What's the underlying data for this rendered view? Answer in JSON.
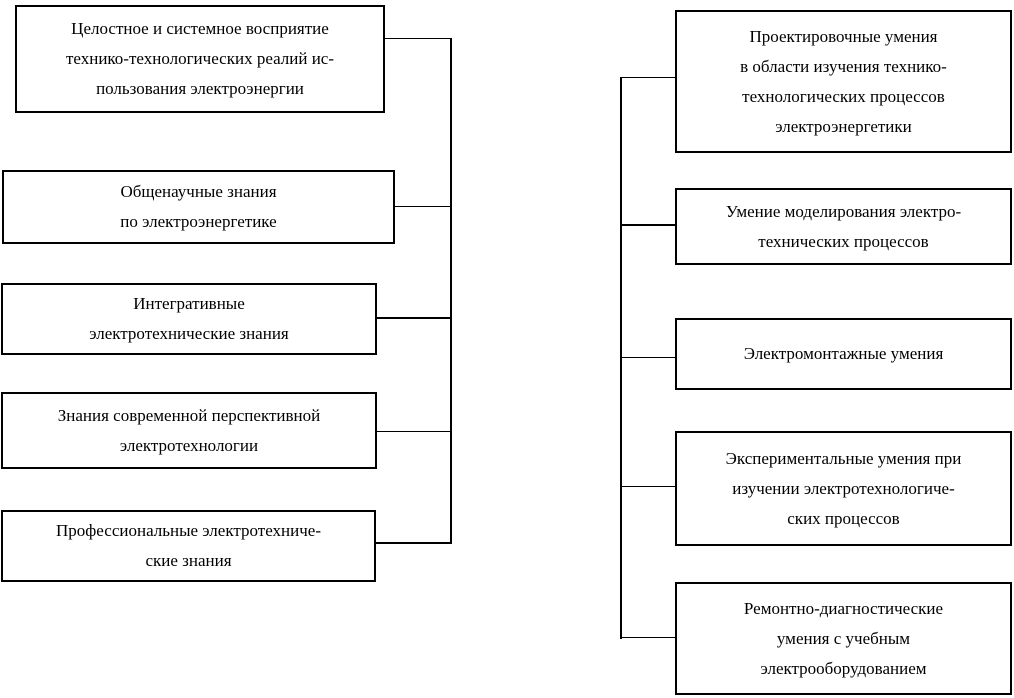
{
  "diagram": {
    "colors": {
      "border": "#000000",
      "background": "#ffffff",
      "text": "#000000"
    },
    "left_column": {
      "boxes": [
        {
          "id": "holistic-perception",
          "text": "Целостное и системное восприятие\nтехнико-технологических реалий ис-\nпользования электроэнергии"
        },
        {
          "id": "general-scientific-knowledge",
          "text": "Общенаучные знания\nпо электроэнергетике"
        },
        {
          "id": "integrative-knowledge",
          "text": "Интегративные\nэлектротехнические знания"
        },
        {
          "id": "modern-technology-knowledge",
          "text": "Знания современной перспективной\nэлектротехнологии"
        },
        {
          "id": "professional-knowledge",
          "text": "Профессиональные электротехниче-\nские знания"
        }
      ]
    },
    "right_column": {
      "boxes": [
        {
          "id": "design-skills",
          "text": "Проектировочные умения\nв области изучения технико-\nтехнологических процессов\nэлектроэнергетики"
        },
        {
          "id": "modeling-skills",
          "text": "Умение моделирования электро-\nтехнических процессов"
        },
        {
          "id": "installation-skills",
          "text": "Электромонтажные умения"
        },
        {
          "id": "experimental-skills",
          "text": "Экспериментальные умения при\nизучении электротехнологиче-\nских процессов"
        },
        {
          "id": "repair-diagnostic-skills",
          "text": "Ремонтно-диагностические\nумения с учебным\nэлектрооборудованием"
        }
      ]
    }
  }
}
